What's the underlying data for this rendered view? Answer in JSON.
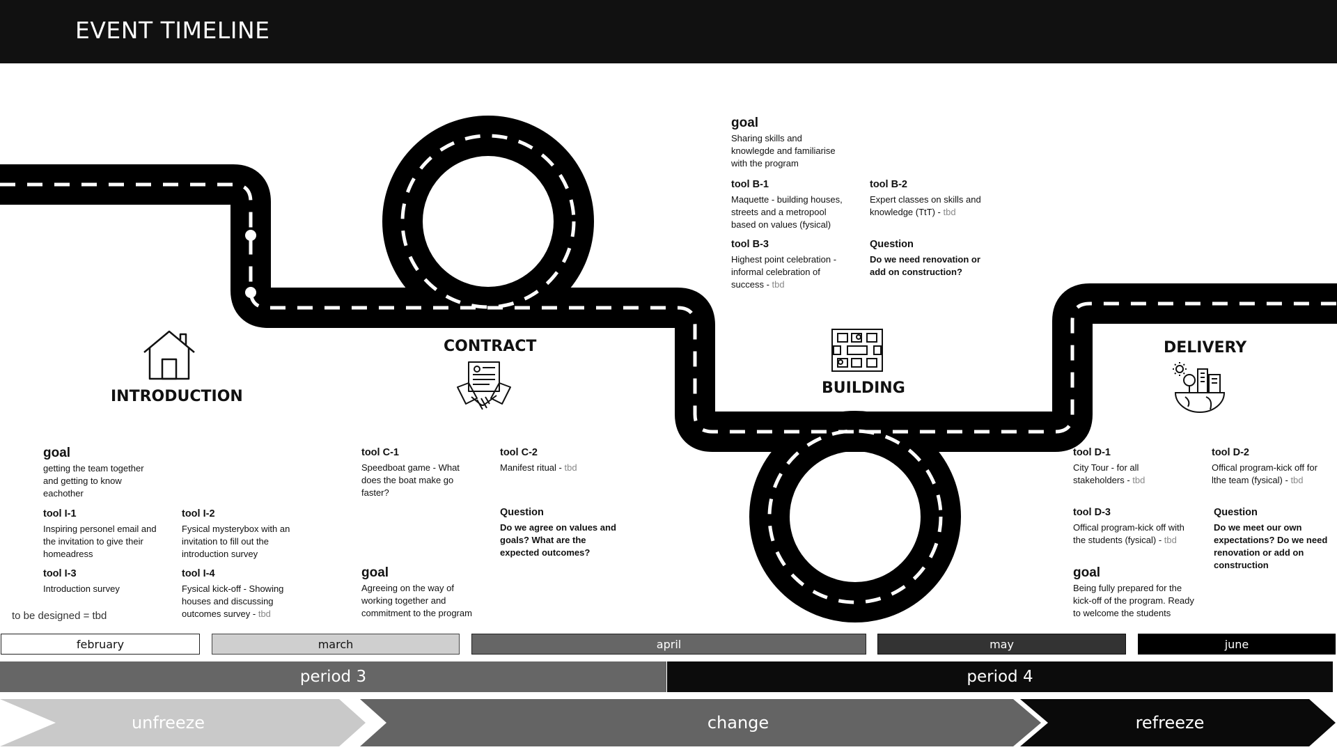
{
  "header": {
    "title": "EVENT TIMELINE"
  },
  "phases": {
    "introduction": "INTRODUCTION",
    "contract": "CONTRACT",
    "building": "BUILDING",
    "delivery": "DELIVERY"
  },
  "introduction": {
    "goal_heading": "goal",
    "goal_text": "getting the team together and getting to know eachother",
    "tools": [
      {
        "name": "tool I-1",
        "text": "Inspiring personel email and the invitation to give their homeadress",
        "tbd": ""
      },
      {
        "name": "tool I-2",
        "text": "Fysical mysterybox with an invitation to fill out the introduction survey",
        "tbd": ""
      },
      {
        "name": "tool I-3",
        "text": "Introduction survey",
        "tbd": ""
      },
      {
        "name": "tool I-4",
        "text": "Fysical kick-off - Showing houses and discussing outcomes survey",
        "tbd": "tbd"
      }
    ]
  },
  "contract": {
    "tools": [
      {
        "name": "tool C-1",
        "text": "Speedboat game - What does the boat make go faster?",
        "tbd": ""
      },
      {
        "name": "tool C-2",
        "text": "Manifest ritual",
        "tbd": "tbd"
      }
    ],
    "question_heading": "Question",
    "question_text": "Do we agree on values and goals? What are the expected outcomes?",
    "goal_heading": "goal",
    "goal_text": "Agreeing on the way of working together and commitment to the program"
  },
  "building": {
    "goal_heading": "goal",
    "goal_text": "Sharing skills and knowlegde and familiarise with the program",
    "tools": [
      {
        "name": "tool B-1",
        "text": "Maquette - building houses, streets and a metropool based on values (fysical)",
        "tbd": ""
      },
      {
        "name": "tool B-2",
        "text": "Expert classes on skills and knowledge (TtT)",
        "tbd": "tbd"
      },
      {
        "name": "tool B-3",
        "text": "Highest point celebration - informal celebration of success",
        "tbd": "tbd"
      }
    ],
    "question_heading": "Question",
    "question_text": "Do we need renovation or add on construction?"
  },
  "delivery": {
    "tools": [
      {
        "name": "tool D-1",
        "text": "City Tour - for all stakeholders",
        "tbd": "tbd"
      },
      {
        "name": "tool D-2",
        "text": "Offical program-kick off for lthe team (fysical)",
        "tbd": "tbd"
      },
      {
        "name": "tool D-3",
        "text": "Offical program-kick off with the students (fysical)",
        "tbd": "tbd"
      }
    ],
    "question_heading": "Question",
    "question_text": "Do we meet our own expectations? Do we need renovation or add on construction",
    "goal_heading": "goal",
    "goal_text": "Being fully prepared for the kick-off of the program. Ready to welcome the students"
  },
  "legend_note": "to be designed = tbd",
  "months": [
    "february",
    "march",
    "april",
    "may",
    "june"
  ],
  "periods": [
    "period 3",
    "period 4"
  ],
  "change_phases": [
    "unfreeze",
    "change",
    "refreeze"
  ]
}
